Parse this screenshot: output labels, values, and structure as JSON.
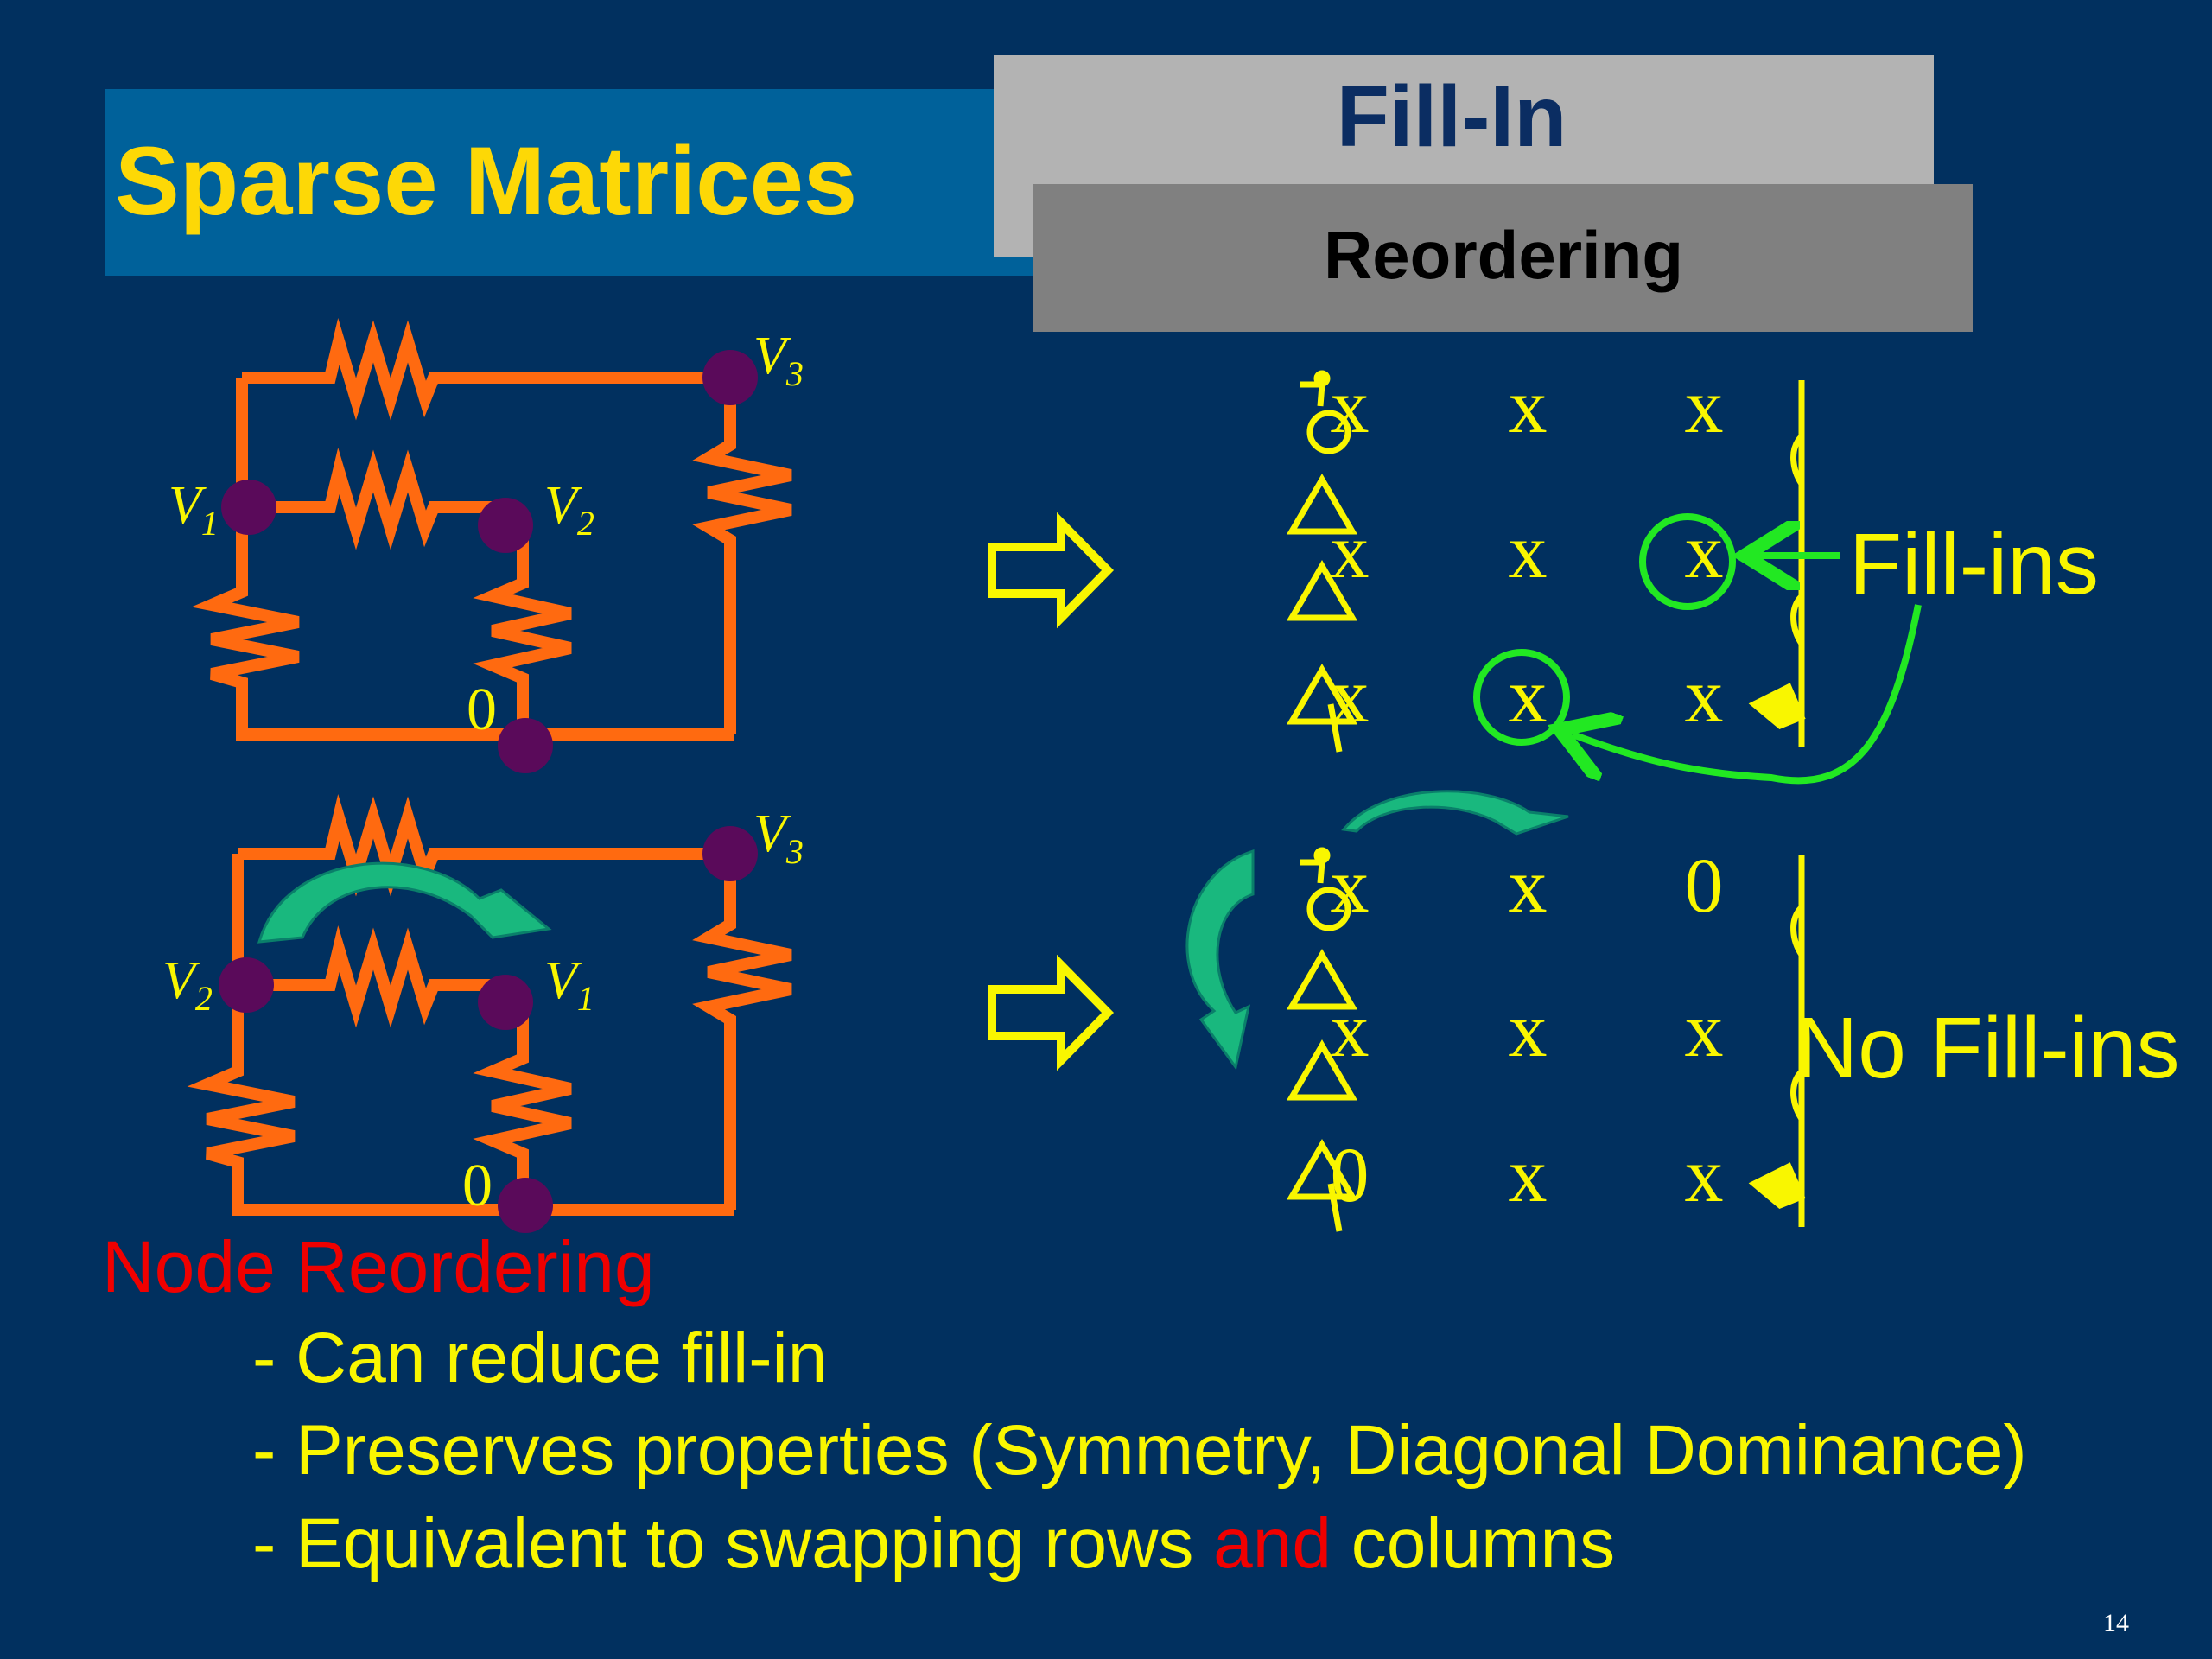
{
  "slide": {
    "title": "Sparse Matrices",
    "tabs": [
      {
        "label": "Fill-In"
      },
      {
        "label": "Reordering"
      }
    ],
    "page_number": "14"
  },
  "circuits": {
    "top": {
      "nodes": {
        "v1": "V",
        "v1_sub": "1",
        "v2": "V",
        "v2_sub": "2",
        "v3": "V",
        "v3_sub": "3",
        "ground": "0"
      }
    },
    "bottom": {
      "nodes": {
        "v_left": "V",
        "v_left_sub": "2",
        "v_mid": "V",
        "v_mid_sub": "1",
        "v3": "V",
        "v3_sub": "3",
        "ground": "0"
      }
    }
  },
  "matrices": {
    "top": {
      "rows": [
        [
          "x",
          "x",
          "x"
        ],
        [
          "x",
          "x",
          "x"
        ],
        [
          "x",
          "x",
          "x"
        ]
      ],
      "label": "Fill-ins"
    },
    "bottom": {
      "rows": [
        [
          "x",
          "x",
          "0"
        ],
        [
          "x",
          "x",
          "x"
        ],
        [
          "0",
          "x",
          "x"
        ]
      ],
      "label": "No Fill-ins"
    }
  },
  "notes": {
    "heading": "Node Reordering",
    "bullets": [
      "- Can reduce fill-in",
      "- Preserves properties (Symmetry, Diagonal Dominance)",
      "- Equivalent to swapping rows "
    ],
    "bullet3_red": "and",
    "bullet3_tail": " columns"
  },
  "colors": {
    "background": "#01305f",
    "title_bar": "#00619a",
    "title_text": "#fdd806",
    "wire": "#ff6a10",
    "node": "#5a0a5a",
    "yellow": "#f9f600",
    "highlight_green": "#22e822",
    "red": "#f00000"
  }
}
